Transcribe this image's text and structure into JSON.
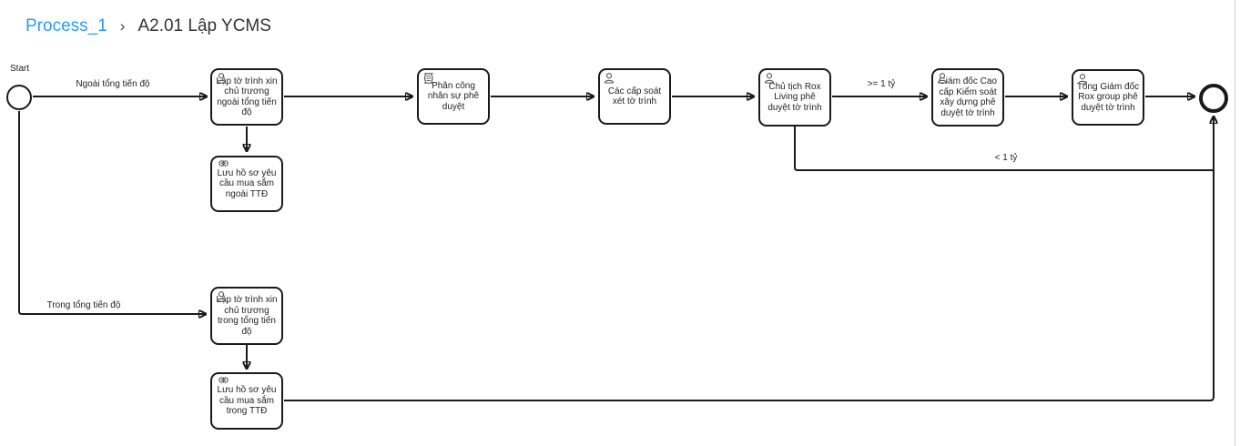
{
  "breadcrumb": {
    "process": "Process_1",
    "separator": "›",
    "current": "A2.01 Lập YCMS"
  },
  "colors": {
    "link_blue": "#2b9cf2",
    "title_text": "#333333",
    "shape_stroke": "#1a1a1a",
    "canvas_border": "#cfcfcf"
  },
  "diagram": {
    "start_label": "Start",
    "tasks": [
      {
        "type": "user-task",
        "label": "Lập tờ trình xin chủ trương ngoài tổng tiến độ"
      },
      {
        "type": "service-task",
        "label": "Lưu hồ sơ yêu cầu mua sắm ngoài TTĐ"
      },
      {
        "type": "script-task",
        "label": "Phân công nhân sự phê duyệt"
      },
      {
        "type": "user-task",
        "label": "Các cấp soát xét tờ trình"
      },
      {
        "type": "user-task",
        "label": "Chủ tịch Rox Living phê duyệt tờ trình"
      },
      {
        "type": "user-task",
        "label": "Giám đốc Cao cấp Kiểm soát xây dựng phê duyệt tờ trình"
      },
      {
        "type": "user-task",
        "label": "Tổng Giám đốc Rox group phê duyệt tờ trình"
      },
      {
        "type": "user-task",
        "label": "Lập tờ trình xin chủ trương trong tổng tiến độ"
      },
      {
        "type": "service-task",
        "label": "Lưu hồ sơ yêu cầu mua sắm trong TTĐ"
      }
    ],
    "edge_labels": {
      "outside_schedule": "Ngoài tổng tiến độ",
      "inside_schedule": "Trong tổng tiến độ",
      "gte_1_billion": ">= 1 tỷ",
      "lt_1_billion": "< 1 tỷ"
    }
  }
}
